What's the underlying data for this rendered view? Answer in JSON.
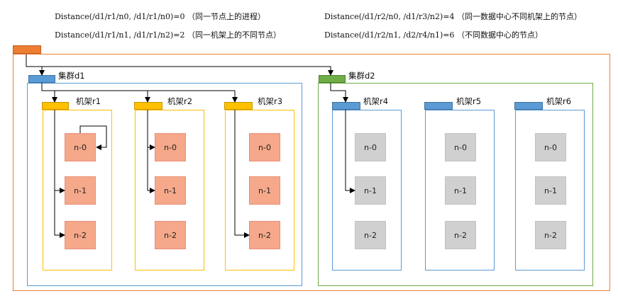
{
  "distances": [
    {
      "text": "Distance(/d1/r1/n0, /d1/r1/n0)=0 （同一节点上的进程）"
    },
    {
      "text": "Distance(/d1/r1/n1, /d1/r1/n2)=2 （同一机架上的不同节点）"
    },
    {
      "text": "Distance(/d1/r2/n0, /d1/r3/n2)=4 （同一数据中心不同机架上的节点）"
    },
    {
      "text": "Distance(/d1/r2/n1, /d2/r4/n1)=6 （不同数据中心的节点）"
    }
  ],
  "datacenters": [
    {
      "label": "集群d1"
    },
    {
      "label": "集群d2"
    }
  ],
  "racks": [
    {
      "label": "机架r1",
      "nodes": [
        "n-0",
        "n-1",
        "n-2"
      ]
    },
    {
      "label": "机架r2",
      "nodes": [
        "n-0",
        "n-1",
        "n-2"
      ]
    },
    {
      "label": "机架r3",
      "nodes": [
        "n-0",
        "n-1",
        "n-2"
      ]
    },
    {
      "label": "机架r4",
      "nodes": [
        "n-0",
        "n-1",
        "n-2"
      ]
    },
    {
      "label": "机架r5",
      "nodes": [
        "n-0",
        "n-1",
        "n-2"
      ]
    },
    {
      "label": "机架r6",
      "nodes": [
        "n-0",
        "n-1",
        "n-2"
      ]
    }
  ],
  "colors": {
    "root": "#ed7d31",
    "d1": "#5b9bd5",
    "d2": "#70ad47",
    "rack_d1": "#ffc000",
    "rack_d2": "#5b9bd5",
    "node_d1": "#f5a88a",
    "node_d2": "#d0d0d0"
  }
}
